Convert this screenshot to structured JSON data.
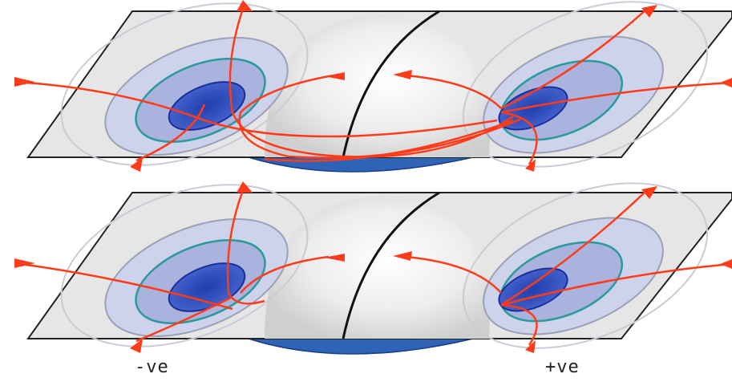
{
  "labels": {
    "negative": "-ve",
    "positive": "+ve"
  },
  "colors": {
    "plane": "#e6e6e6",
    "plane_edge": "#222222",
    "sphere": "#f2f2f2",
    "sphere_base": "#2e63b8",
    "contour_outer": "#d2d6e2",
    "contour_mid": "#a9b3de",
    "contour_inner": "#7f8fd6",
    "contour_teal": "#2a9a9a",
    "contour_core": "#3f52c8",
    "field_line": "#ff3b1a"
  },
  "panels": [
    {
      "name": "upper-panel"
    },
    {
      "name": "lower-panel"
    }
  ]
}
